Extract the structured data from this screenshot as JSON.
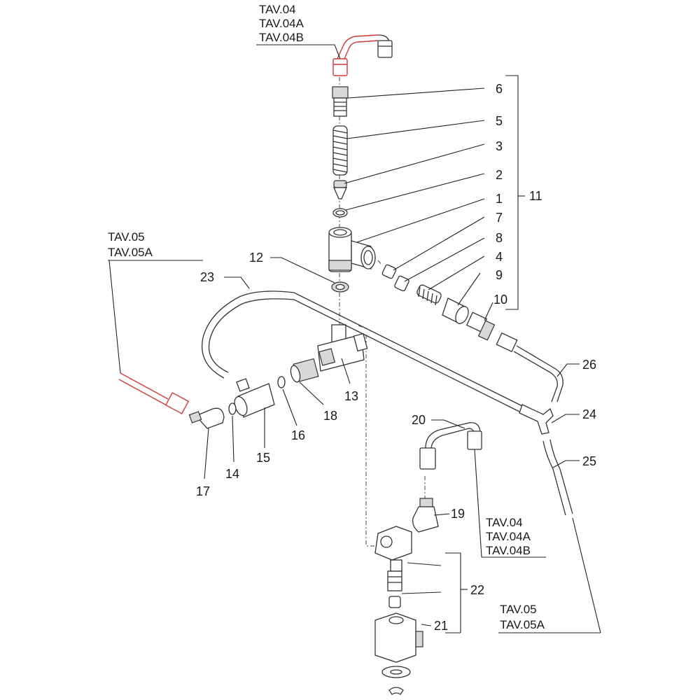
{
  "part_labels": [
    "1",
    "2",
    "3",
    "4",
    "5",
    "6",
    "7",
    "8",
    "9",
    "10",
    "11",
    "12",
    "13",
    "14",
    "15",
    "16",
    "17",
    "18",
    "19",
    "20",
    "21",
    "22",
    "23",
    "24",
    "25",
    "26"
  ],
  "ref_tav04_top": [
    "TAV.04",
    "TAV.04A",
    "TAV.04B"
  ],
  "ref_tav05_left": [
    "TAV.05",
    "TAV.05A"
  ],
  "ref_tav04_right": [
    "TAV.04",
    "TAV.04A",
    "TAV.04B"
  ],
  "ref_tav05_right": [
    "TAV.05",
    "TAV.05A"
  ],
  "colors": {
    "highlight": "#d33a3a",
    "line": "#222222"
  }
}
